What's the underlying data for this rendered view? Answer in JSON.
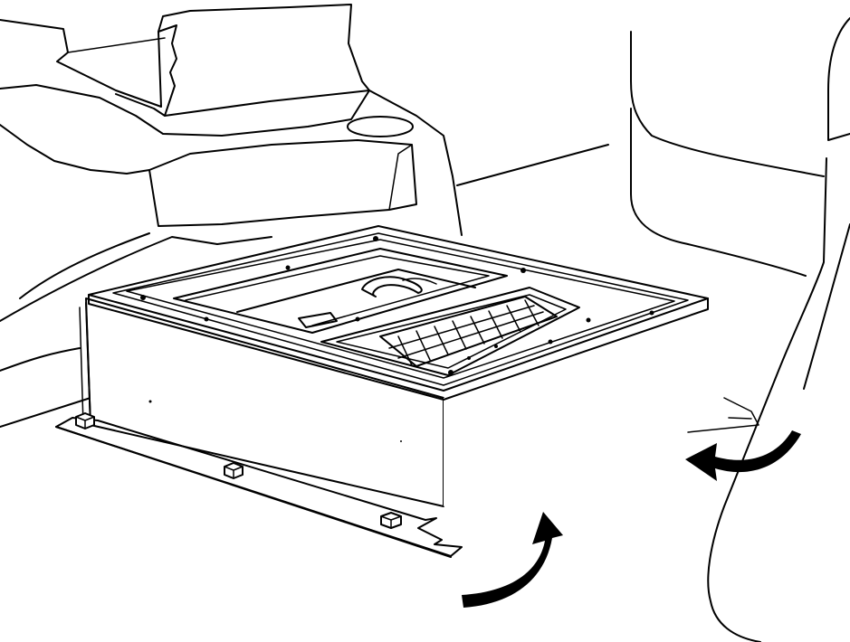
{
  "illustration": {
    "type": "technical line drawing",
    "line_color": "#000000",
    "background_color": "#ffffff",
    "arrow_count": 2,
    "visible_bolts": 3
  }
}
